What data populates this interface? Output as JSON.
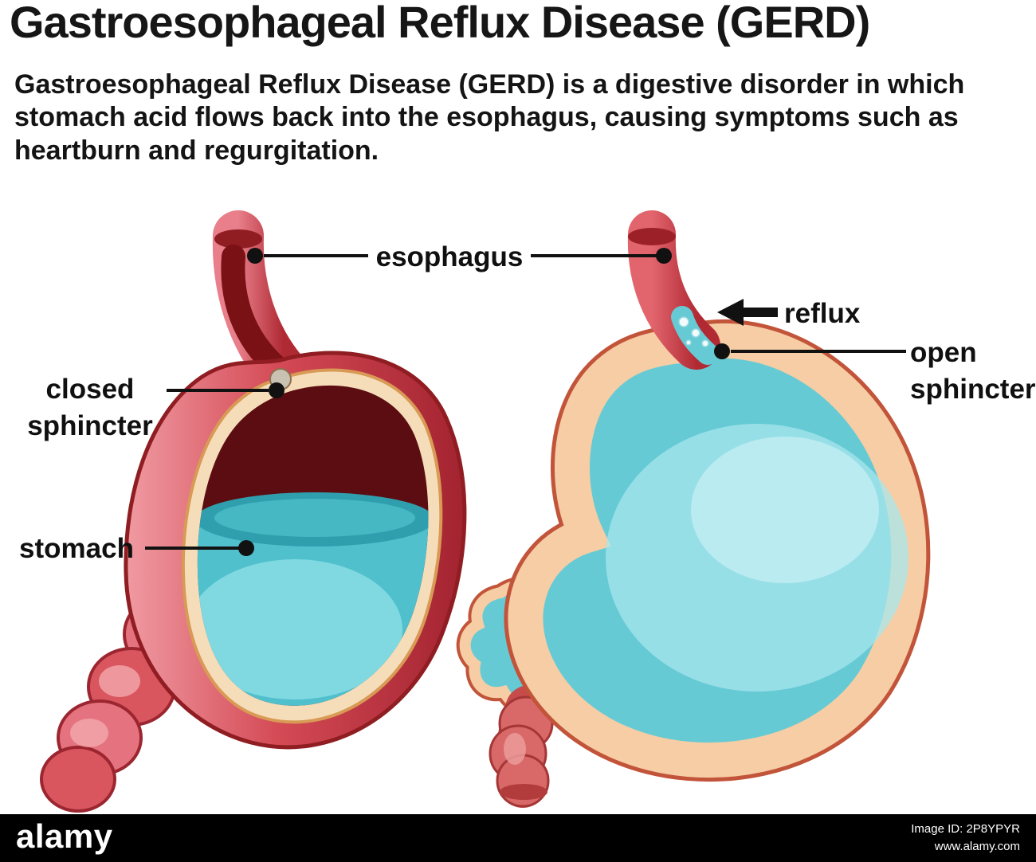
{
  "title": "Gastroesophageal Reflux Disease (GERD)",
  "description": "Gastroesophageal Reflux Disease (GERD) is a digestive disorder in which stomach acid flows back into the esophagus, causing symptoms such as heartburn and regurgitation.",
  "diagram": {
    "left": {
      "labels": {
        "esophagus": "esophagus",
        "closed_sphincter": "closed\nsphincter",
        "stomach": "stomach"
      }
    },
    "right": {
      "labels": {
        "reflux": "reflux",
        "open_sphincter": "open\nsphincter"
      }
    }
  },
  "footer": {
    "brand": "alamy",
    "image_id": "Image ID: 2P8YPYR",
    "url": "www.alamy.com"
  },
  "colors": {
    "stomach_red": "#c0392b",
    "stomach_pink": "#ef8a96",
    "cavity_maroon": "#5c0d12",
    "acid_teal": "#5fc6d2",
    "acid_light": "#a8e6ec",
    "wall_peach": "#f6cda4",
    "annotation_black": "#111111",
    "footer_bg": "#000000",
    "footer_text": "#ffffff"
  }
}
